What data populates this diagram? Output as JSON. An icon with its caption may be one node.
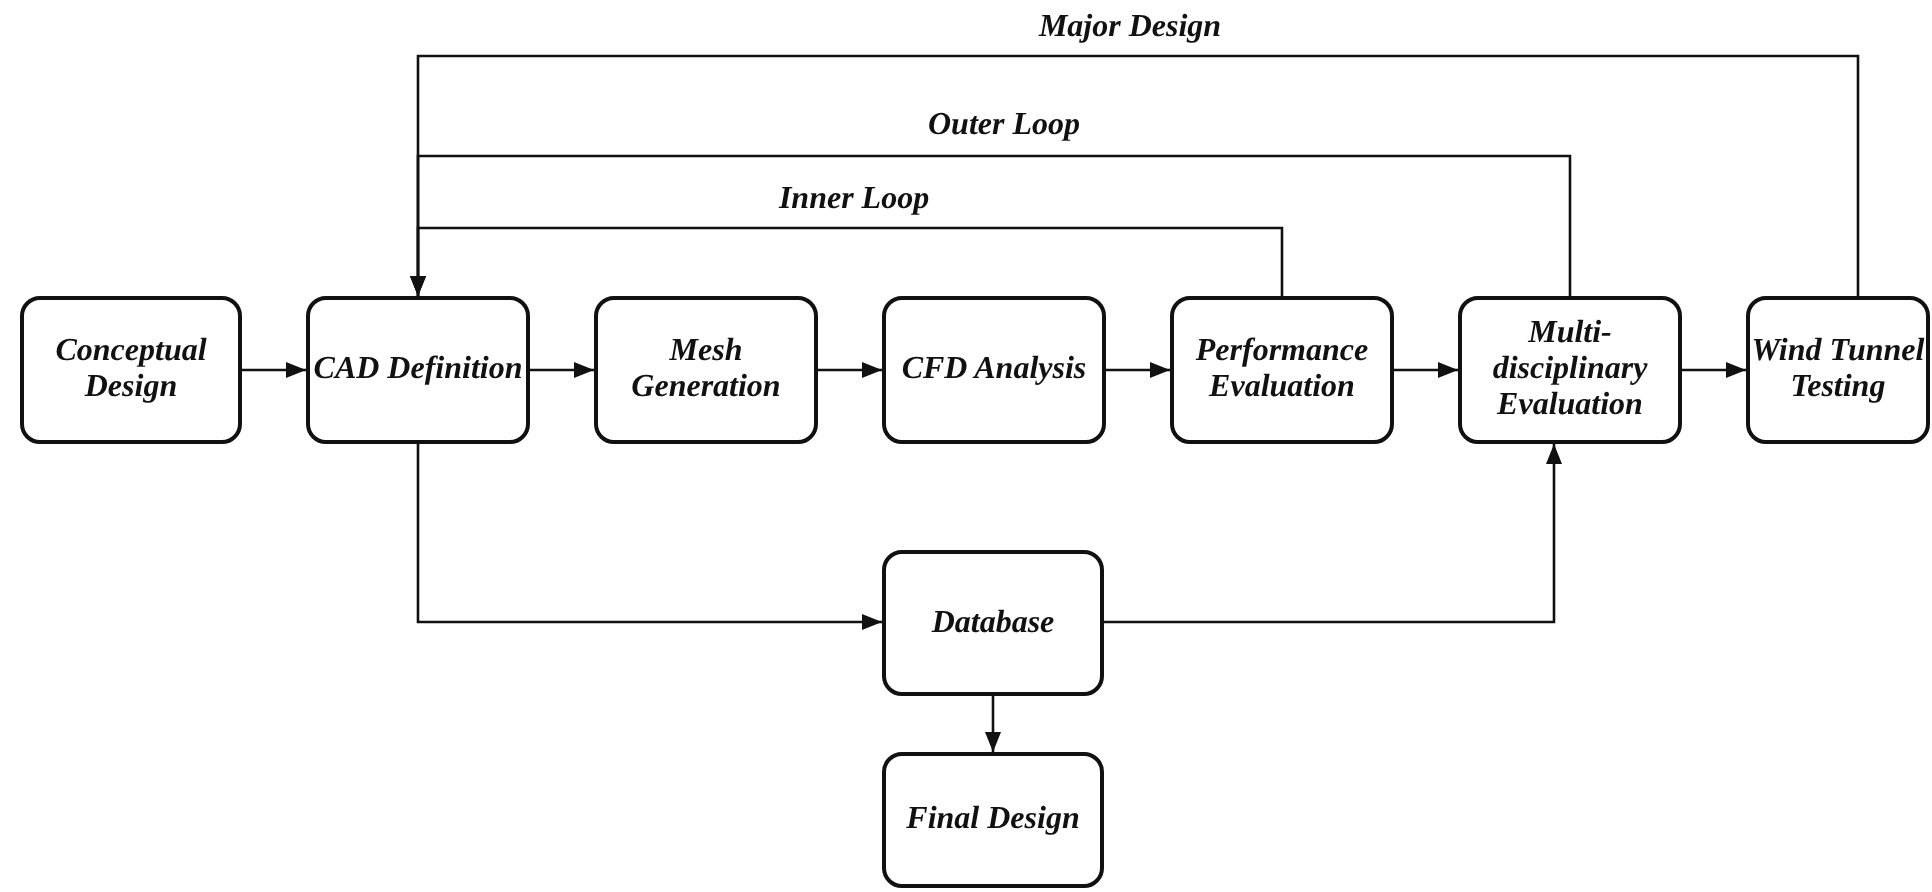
{
  "diagram": {
    "nodes": [
      {
        "text": [
          "Conceptual Design"
        ]
      },
      {
        "text": [
          "CAD Definition"
        ]
      },
      {
        "text": [
          "Mesh Generation"
        ]
      },
      {
        "text": [
          "CFD Analysis"
        ]
      },
      {
        "text": [
          "Performance Evaluation"
        ]
      },
      {
        "text": [
          "Multi-disciplinary Evaluation"
        ]
      },
      {
        "text": [
          "Wind Tunnel Testing"
        ]
      },
      {
        "text": [
          "Database"
        ]
      },
      {
        "text": [
          "Final Design"
        ]
      }
    ],
    "edges": [
      {
        "from": 0,
        "to": 1,
        "arrow": "to"
      },
      {
        "from": 1,
        "to": 2,
        "arrow": "to"
      },
      {
        "from": 2,
        "to": 3,
        "arrow": "to"
      },
      {
        "from": 3,
        "to": 4,
        "arrow": "to"
      },
      {
        "from": 4,
        "to": 5,
        "arrow": "to"
      },
      {
        "from": 5,
        "to": 6,
        "arrow": "to"
      },
      {
        "from": 4,
        "to": 1,
        "arrow": "to",
        "label": "Inner Loop"
      },
      {
        "from": 5,
        "to": 1,
        "arrow": "to",
        "label": "Outer Loop"
      },
      {
        "from": 6,
        "to": 1,
        "arrow": "to",
        "label": "Major Design"
      },
      {
        "from": 1,
        "to": 7,
        "arrow": "to"
      },
      {
        "from": 7,
        "to": 5,
        "arrow": "to"
      },
      {
        "from": 7,
        "to": 8,
        "arrow": "to"
      }
    ]
  }
}
